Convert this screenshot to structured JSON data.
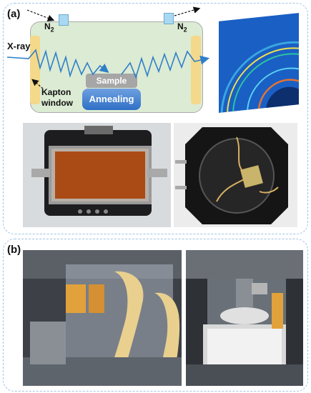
{
  "panel_a": {
    "label": "(a)",
    "schematic": {
      "xray_label": "X-ray",
      "gas_left": {
        "main": "N",
        "sub": "2"
      },
      "gas_right": {
        "main": "N",
        "sub": "2"
      },
      "sample_label": "Sample",
      "annealing_label": "Annealing",
      "window_label_line1": "Kapton",
      "window_label_line2": "window"
    },
    "colors": {
      "chamber": "#dcebd3",
      "kapton": "#f4d98a",
      "sample": "#a6a6a6",
      "annealing": "#2f6fc6",
      "beam": "#2f7fc9",
      "panel_border": "#9fc3e6"
    }
  },
  "panel_b": {
    "label": "(b)"
  }
}
